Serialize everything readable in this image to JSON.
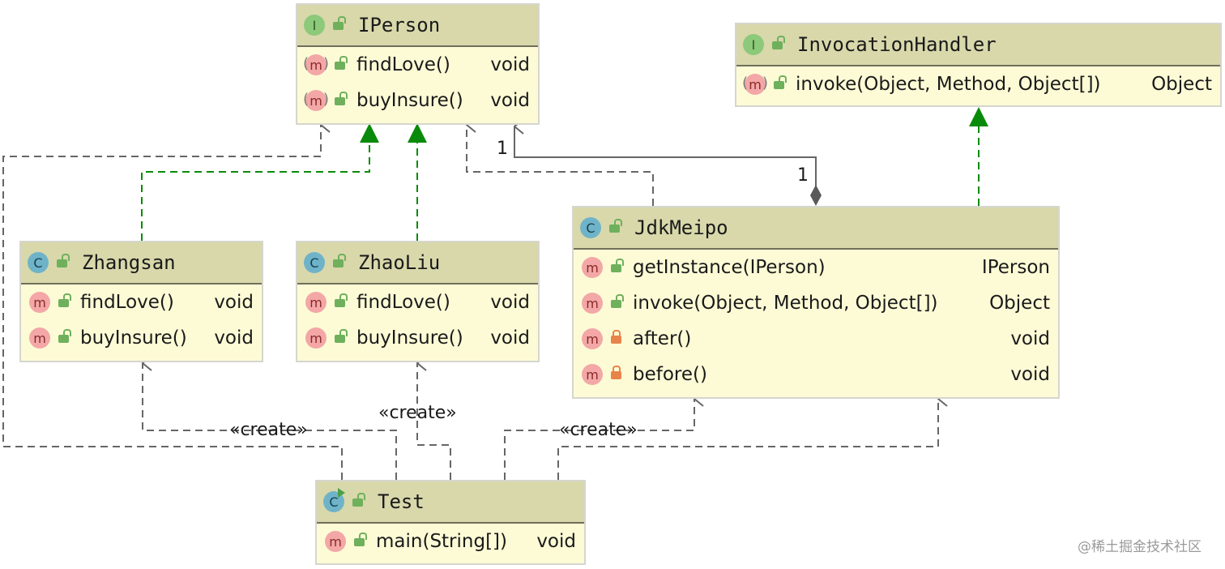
{
  "colors": {
    "header_bg": "#d8d8ab",
    "body_bg": "#fdfbd6",
    "realization_arrow": "#0a8a0a",
    "dependency_arrow": "#666666",
    "public_lock": "#6fb05c",
    "private_lock": "#e8844a"
  },
  "classes": {
    "iperson": {
      "kind_icon": "I",
      "name": "IPerson",
      "methods": [
        {
          "icon": "m",
          "name": "findLove()",
          "ret": "void"
        },
        {
          "icon": "m",
          "name": "buyInsure()",
          "ret": "void"
        }
      ]
    },
    "invocation_handler": {
      "kind_icon": "I",
      "name": "InvocationHandler",
      "methods": [
        {
          "icon": "m",
          "name": "invoke(Object, Method, Object[])",
          "ret": "Object"
        }
      ]
    },
    "zhangsan": {
      "kind_icon": "C",
      "name": "Zhangsan",
      "methods": [
        {
          "icon": "m",
          "name": "findLove()",
          "ret": "void"
        },
        {
          "icon": "m",
          "name": "buyInsure()",
          "ret": "void"
        }
      ]
    },
    "zhaoliu": {
      "kind_icon": "C",
      "name": "ZhaoLiu",
      "methods": [
        {
          "icon": "m",
          "name": "findLove()",
          "ret": "void"
        },
        {
          "icon": "m",
          "name": "buyInsure()",
          "ret": "void"
        }
      ]
    },
    "jdkmeipo": {
      "kind_icon": "C",
      "name": "JdkMeipo",
      "methods": [
        {
          "icon": "m",
          "name": "getInstance(IPerson)",
          "ret": "IPerson"
        },
        {
          "icon": "m",
          "name": "invoke(Object, Method, Object[])",
          "ret": "Object"
        },
        {
          "icon": "m",
          "name": "after()",
          "ret": "void"
        },
        {
          "icon": "m",
          "name": "before()",
          "ret": "void"
        }
      ]
    },
    "test": {
      "kind_icon": "C",
      "name": "Test",
      "methods": [
        {
          "icon": "m",
          "name": "main(String[])",
          "ret": "void"
        }
      ]
    }
  },
  "labels": {
    "create1": "«create»",
    "create2": "«create»",
    "create3": "«create»",
    "mult_iperson": "1",
    "mult_jdkmeipo": "1"
  },
  "watermark": "@稀土掘金技术社区"
}
